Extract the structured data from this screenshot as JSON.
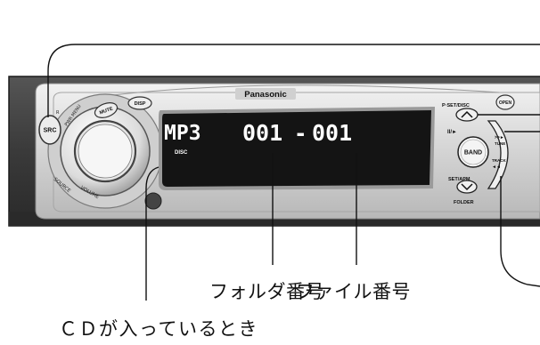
{
  "panel": {
    "brand": "Panasonic",
    "buttons": {
      "src": "SRC",
      "mute": "MUTE",
      "disp": "DISP",
      "open": "OPEN",
      "band": "BAND",
      "play_pause": "II/►",
      "p_set_disc": "P·SET/DISC",
      "tune": "TUNE",
      "track": "TRACK",
      "set_apm": "SET/APM",
      "folder": "FOLDER",
      "pwr_menu": "PWR MENU",
      "source": "SOURCE",
      "volume": "VOLUME",
      "r_mark": "R",
      "ff_symbol": ">>►",
      "rew_symbol": "◄◄"
    },
    "display": {
      "mode": "MP3",
      "folder_number": "001",
      "separator": "-",
      "file_number": "001",
      "disc_indicator": "DISC"
    }
  },
  "callouts": {
    "folder_number": "フォルダ番号",
    "file_number": "ファイル番号",
    "cd_inserted": "ＣＤが入っているとき"
  },
  "colors": {
    "panel_dark": "#3a3a3a",
    "panel_silver": "#d8d8d8",
    "lcd_background": "#141414",
    "lcd_segments": "#f2f2f2"
  }
}
